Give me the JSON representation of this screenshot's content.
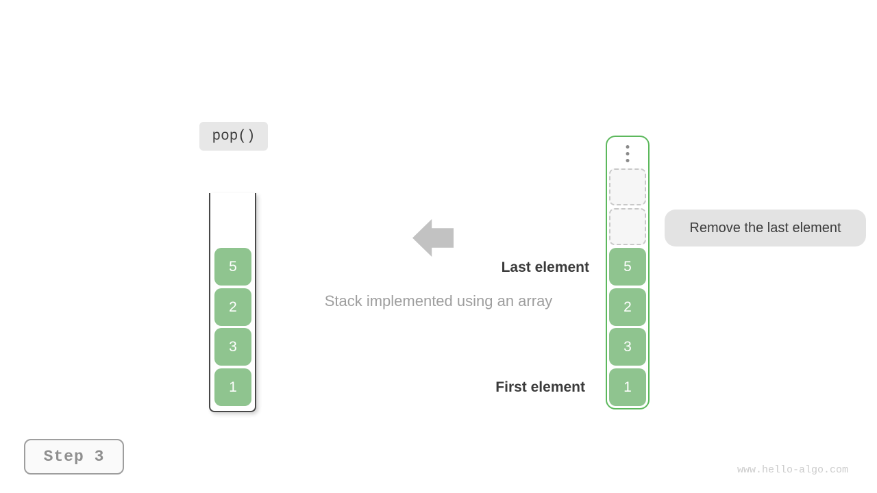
{
  "operation": {
    "label": "pop()"
  },
  "caption": {
    "text": "Stack implemented using an array"
  },
  "annotations": {
    "last_element": "Last element",
    "first_element": "First element",
    "callout": "Remove the last element"
  },
  "stack_view": {
    "items_top_to_bottom": [
      "5",
      "2",
      "3",
      "1"
    ]
  },
  "array_view": {
    "ellipsis_icon": "vertical-ellipsis",
    "empty_slots": 2,
    "items_top_to_bottom": [
      "5",
      "2",
      "3",
      "1"
    ]
  },
  "footer": {
    "step_label": "Step 3",
    "watermark": "www.hello-algo.com"
  },
  "colors": {
    "cell_green": "#8FC48F",
    "array_border_green": "#5CB85C",
    "badge_gray": "#E7E7E7",
    "callout_gray": "#E3E3E3",
    "arrow_gray": "#C2C2C2",
    "muted_text": "#9E9E9E",
    "dark_text": "#3C3C3C",
    "watermark_gray": "#CCCCCC"
  }
}
